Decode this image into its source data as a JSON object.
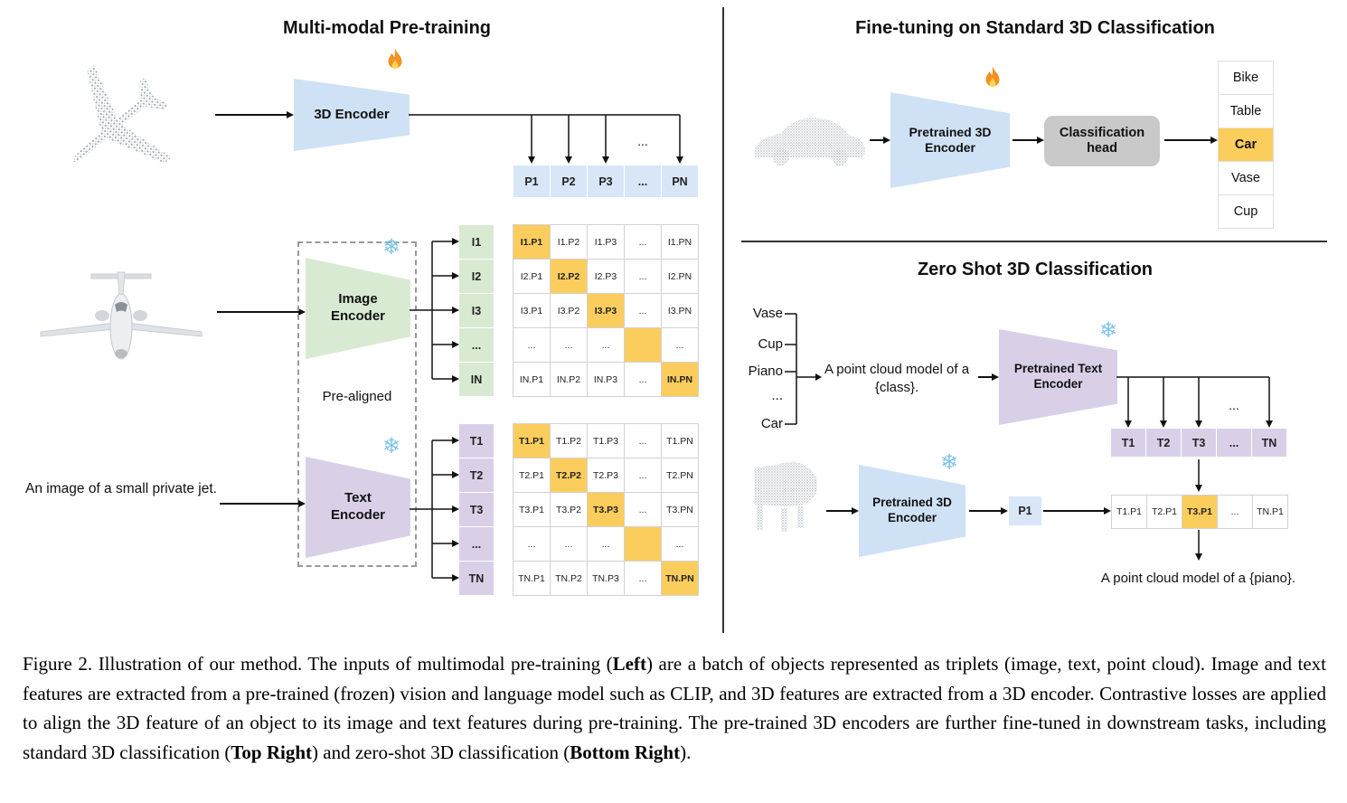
{
  "misc": {
    "dots": "...",
    "snowflake": "❄"
  },
  "colors": {
    "blue": "#cfe1f5",
    "green": "#d9ead3",
    "purple": "#d9d0e8",
    "orange": "#fbcd5d",
    "head_gray": "#c9c9c9"
  },
  "left": {
    "title": "Multi-modal Pre-training",
    "encoder3d_label": "3D Encoder",
    "image_encoder_label": "Image Encoder",
    "text_encoder_label": "Text Encoder",
    "prealigned_label": "Pre-aligned",
    "input_text": "An image of a small private jet.",
    "p_row": [
      "P1",
      "P2",
      "P3",
      "...",
      "PN"
    ],
    "i_col": [
      "I1",
      "I2",
      "I3",
      "...",
      "IN"
    ],
    "t_col": [
      "T1",
      "T2",
      "T3",
      "...",
      "TN"
    ],
    "image_matrix": [
      [
        "I1.P1",
        "I1.P2",
        "I1.P3",
        "...",
        "I1.PN"
      ],
      [
        "I2.P1",
        "I2.P2",
        "I2.P3",
        "...",
        "I2.PN"
      ],
      [
        "I3.P1",
        "I3.P2",
        "I3.P3",
        "...",
        "I3.PN"
      ],
      [
        "...",
        "...",
        "...",
        "",
        "..."
      ],
      [
        "IN.P1",
        "IN.P2",
        "IN.P3",
        "...",
        "IN.PN"
      ]
    ],
    "text_matrix": [
      [
        "T1.P1",
        "T1.P2",
        "T1.P3",
        "...",
        "T1.PN"
      ],
      [
        "T2.P1",
        "T2.P2",
        "T2.P3",
        "...",
        "T2.PN"
      ],
      [
        "T3.P1",
        "T3.P2",
        "T3.P3",
        "...",
        "T3.PN"
      ],
      [
        "...",
        "...",
        "...",
        "",
        "..."
      ],
      [
        "TN.P1",
        "TN.P2",
        "TN.P3",
        "...",
        "TN.PN"
      ]
    ]
  },
  "top_right": {
    "title": "Fine-tuning on Standard 3D Classification",
    "encoder_label": "Pretrained 3D Encoder",
    "head_label": "Classification head",
    "classes": [
      "Bike",
      "Table",
      "Car",
      "Vase",
      "Cup"
    ],
    "highlighted_class": "Car"
  },
  "bottom_right": {
    "title": "Zero Shot 3D Classification",
    "class_words": [
      "Vase",
      "Cup",
      "Piano",
      "...",
      "Car"
    ],
    "prompt_text": "A point cloud model of a {class}.",
    "text_encoder_label": "Pretrained Text Encoder",
    "t_row": [
      "T1",
      "T2",
      "T3",
      "...",
      "TN"
    ],
    "encoder3d_label": "Pretrained 3D Encoder",
    "p1_label": "P1",
    "result_row": [
      "T1.P1",
      "T2.P1",
      "T3.P1",
      "...",
      "TN.P1"
    ],
    "highlighted_result": "T3.P1",
    "output_text": "A point cloud model of a {piano}."
  },
  "caption": {
    "p1": "Figure 2. Illustration of our method. The inputs of multimodal pre-training (",
    "b1": "Left",
    "p2": ") are a batch of objects represented as triplets (image, text, point cloud). Image and text features are extracted from a pre-trained (frozen) vision and language model such as CLIP, and 3D features are extracted from a 3D encoder. Contrastive losses are applied to align the 3D feature of an object to its image and text features during pre-training. The pre-trained 3D encoders are further fine-tuned in downstream tasks, including standard 3D classification (",
    "b2": "Top Right",
    "p3": ") and zero-shot 3D classification (",
    "b3": "Bottom Right",
    "p4": ")."
  }
}
